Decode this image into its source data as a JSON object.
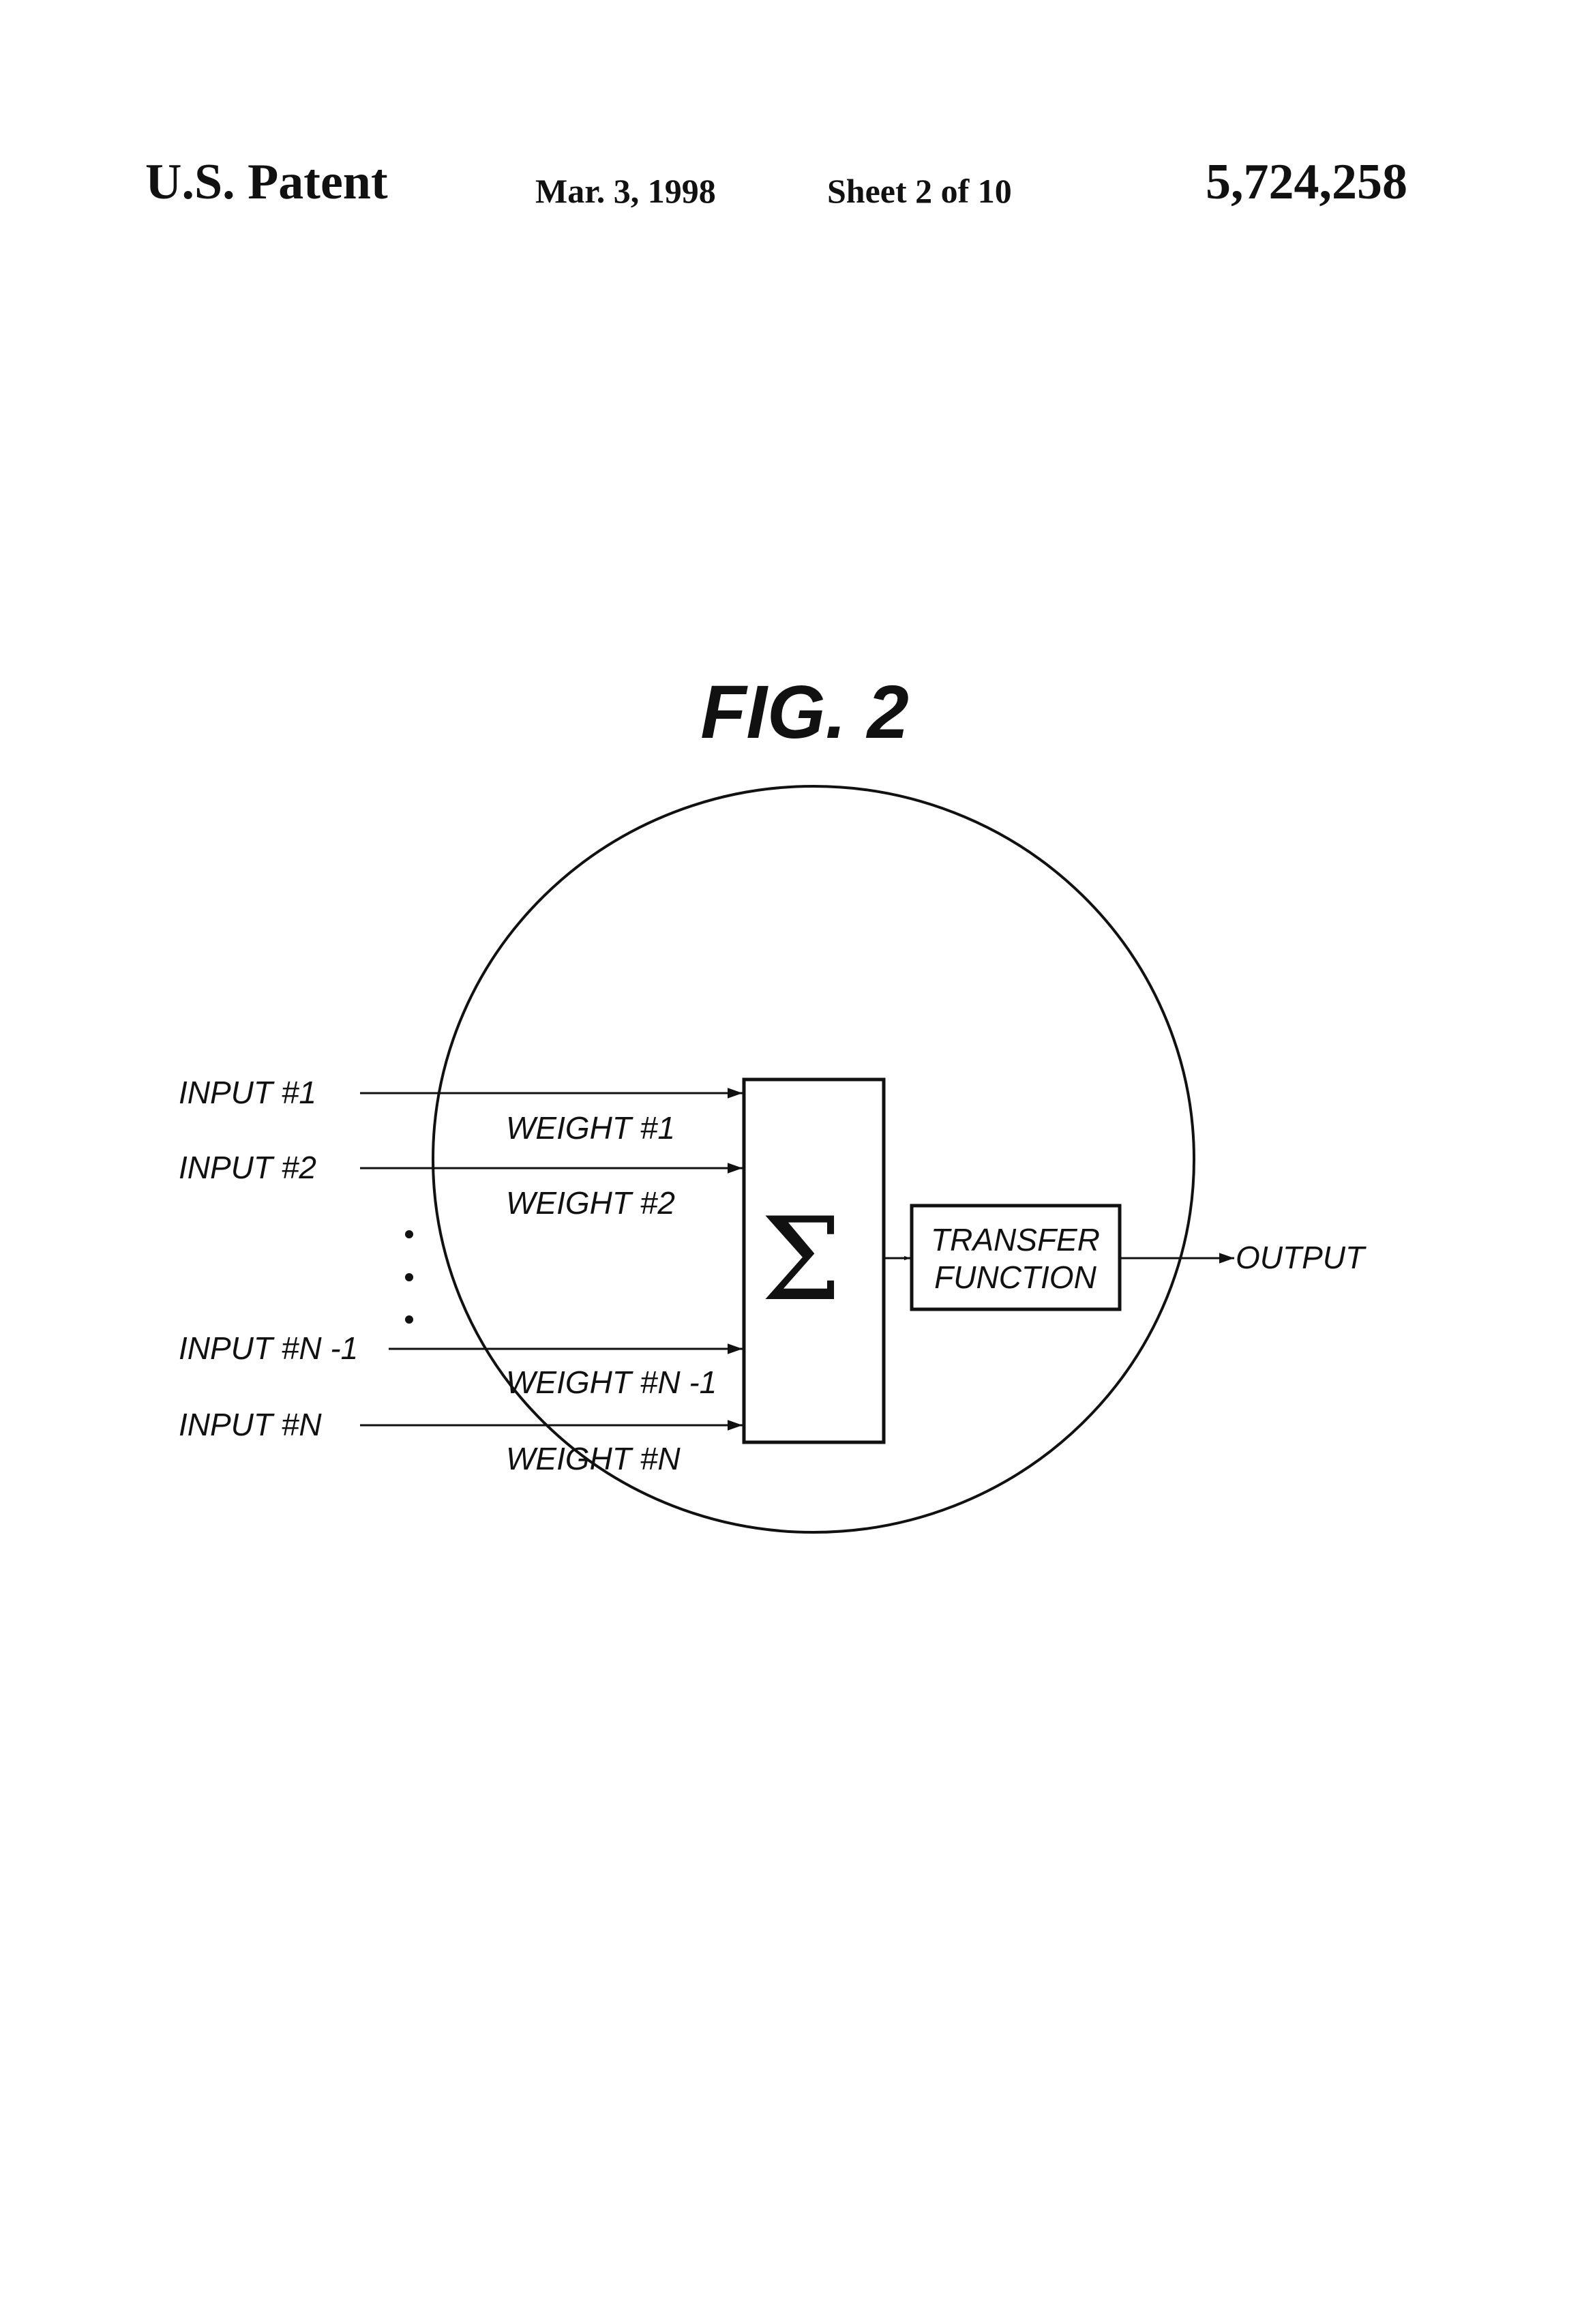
{
  "header": {
    "title": "U.S. Patent",
    "date": "Mar. 3, 1998",
    "sheet": "Sheet 2 of 10",
    "patent_number": "5,724,258"
  },
  "figure": {
    "title": "FIG. 2",
    "inputs": {
      "input_1": "INPUT #1",
      "input_2": "INPUT #2",
      "input_n_minus_1": "INPUT #N -1",
      "input_n": "INPUT #N"
    },
    "weights": {
      "weight_1": "WEIGHT #1",
      "weight_2": "WEIGHT #2",
      "weight_n_minus_1": "WEIGHT #N -1",
      "weight_n": "WEIGHT #N"
    },
    "summation_symbol": "Σ",
    "transfer_function": {
      "line_1": "TRANSFER",
      "line_2": "FUNCTION"
    },
    "output": "OUTPUT"
  },
  "colors": {
    "ink": "#111111",
    "paper": "#ffffff"
  }
}
